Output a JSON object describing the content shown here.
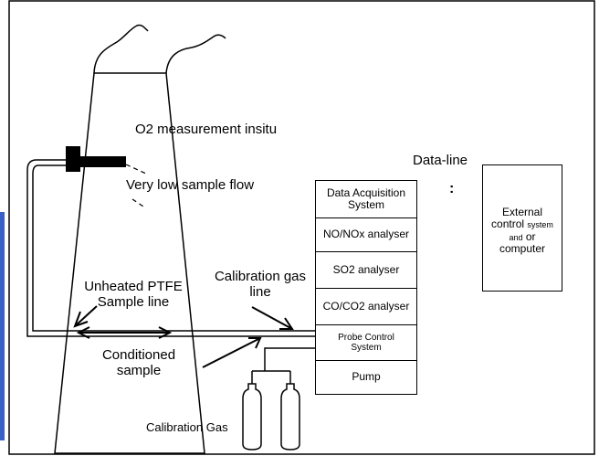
{
  "labels": {
    "o2_insitu": "O2 measurement insitu",
    "low_flow": "Very low  sample flow",
    "data_line": "Data-line",
    "data_line_mark": ":",
    "unheated_line1": "Unheated PTFE",
    "unheated_line2": "Sample line",
    "calib_line1": "Calibration gas",
    "calib_line2": "line",
    "conditioned_line1": "Conditioned",
    "conditioned_line2": "sample",
    "calibration_gas": "Calibration Gas"
  },
  "rack": {
    "data_acq_1": "Data Acquisition",
    "data_acq_2": "System",
    "no_nox": "NO/NOx analyser",
    "so2": "SO2 analyser",
    "co_co2": "CO/CO2 analyser",
    "probe_1": "Probe Control",
    "probe_2": "System",
    "pump": "Pump"
  },
  "external": {
    "line1": "External",
    "line2a": "control",
    "line2b": "system",
    "line3a": "and",
    "line3b": "or",
    "line4": "computer"
  },
  "colors": {
    "sidebar_accent": "#3a5fc8"
  }
}
